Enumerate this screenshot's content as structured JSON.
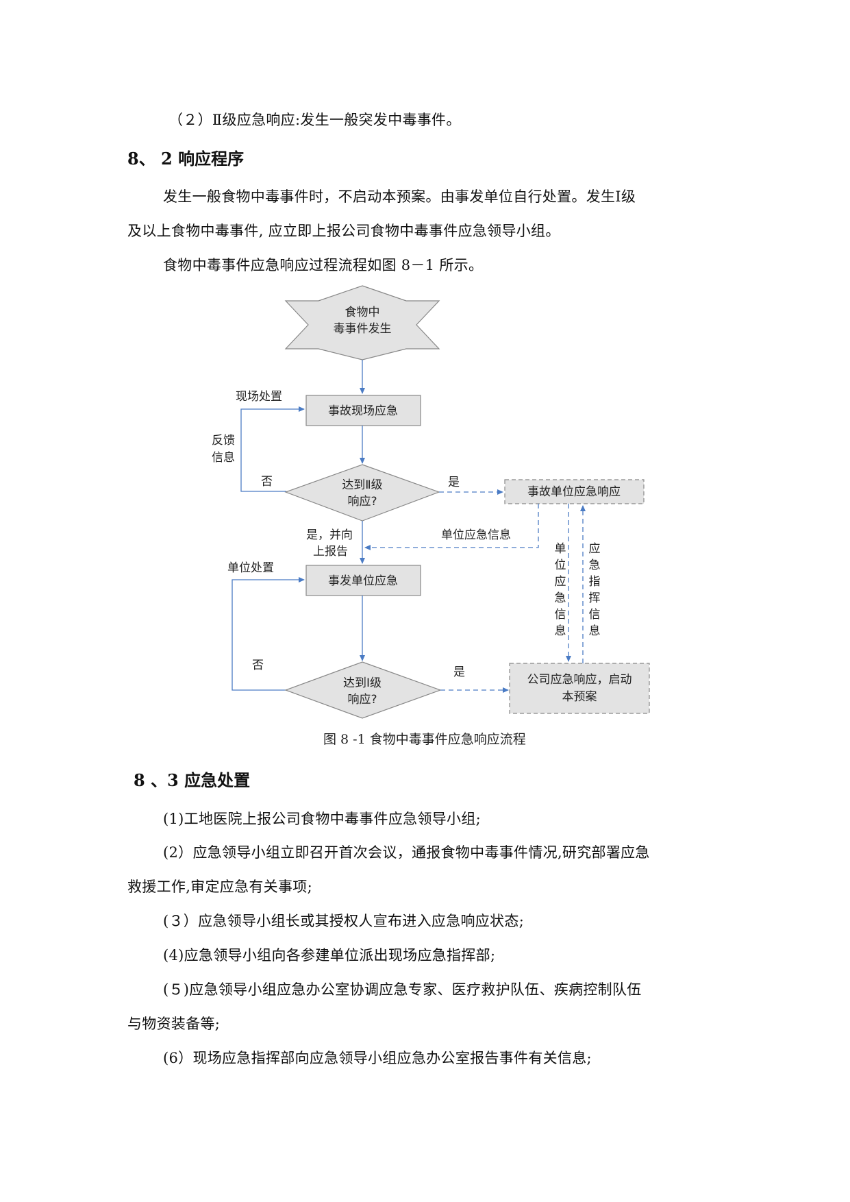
{
  "lines": {
    "level2": "（２）Ⅱ级应急响应:发生一般突发中毒事件。",
    "h82": "8、 2   响应程序",
    "p1a": "发生一般食物中毒事件时，不启动本预案。由事发单位自行处置。发生Ⅰ级",
    "p1b": "及以上食物中毒事件, 应立即上报公司食物中毒事件应急领导小组。",
    "p2": "食物中毒事件应急响应过程流程如图 8－1 所示。",
    "caption": "图 8 -1  食物中毒事件应急响应流程",
    "h83": "8 、3  应急处置",
    "i1": "(1)工地医院上报公司食物中毒事件应急领导小组;",
    "i2a": "(2）应急领导小组立即召开首次会议，通报食物中毒事件情况,研究部署应急",
    "i2b": "救援工作,审定应急有关事项;",
    "i3": "(３）应急领导小组长或其授权人宣布进入应急响应状态;",
    "i4": "(4)应急领导小组向各参建单位派出现场应急指挥部;",
    "i5a": "(５)应急领导小组应急办公室协调应急专家、医疗救护队伍、疾病控制队伍",
    "i5b": "与物资装备等;",
    "i6": "(6）现场应急指挥部向应急领导小组应急办公室报告事件有关信息;"
  },
  "flowchart": {
    "start_line1": "食物中",
    "start_line2": "毒事件发生",
    "site_response": "事故现场应急",
    "onsite_disposal": "现场处置",
    "feedback_1": "反馈",
    "feedback_2": "信息",
    "no_1": "否",
    "decision2_line1": "达到Ⅱ级",
    "decision2_line2": "响应?",
    "yes_1": "是",
    "unit_accident_response": "事故单位应急响应",
    "yes_report_1": "是，并向",
    "yes_report_2": "上报告",
    "unit_emergency_info": "单位应急信息",
    "unit_disposal": "单位处置",
    "incident_unit_response": "事发单位应急",
    "vertical_unit_info": [
      "单",
      "位",
      "应",
      "急",
      "信",
      "息"
    ],
    "vertical_command_info": [
      "应",
      "急",
      "指",
      "挥",
      "信",
      "息"
    ],
    "no_2": "否",
    "decision1_line1": "达到Ⅰ级",
    "decision1_line2": "响应?",
    "yes_2": "是",
    "company_response_1": "公司应急响应，启动",
    "company_response_2": "本预案"
  },
  "colors": {
    "arrow": "#4a7bc4",
    "box_fill": "#e3e3e3",
    "box_stroke": "#888888",
    "text": "#222222"
  }
}
